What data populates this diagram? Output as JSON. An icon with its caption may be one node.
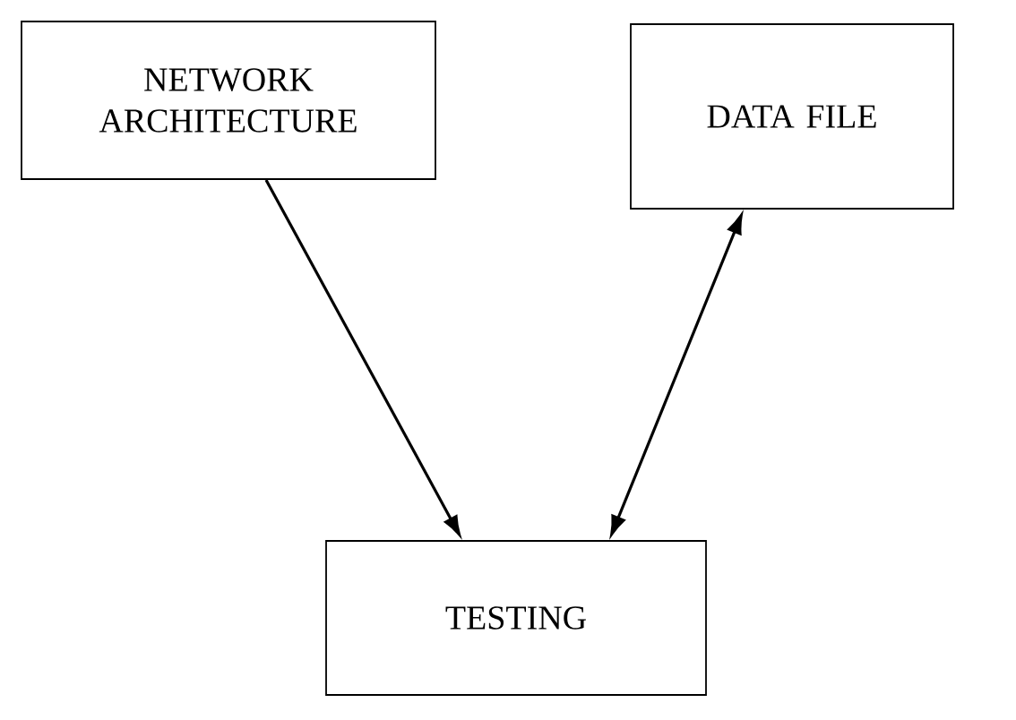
{
  "diagram": {
    "nodes": [
      {
        "text": [
          "NETWORK ARCHITECTURE"
        ]
      },
      {
        "text": [
          "DATA FILE"
        ]
      },
      {
        "text": [
          "TESTING"
        ]
      }
    ],
    "edges": [
      {
        "from": 0,
        "to": 2,
        "arrow": "to"
      },
      {
        "from": 1,
        "to": 2,
        "arrow": "both"
      }
    ]
  }
}
